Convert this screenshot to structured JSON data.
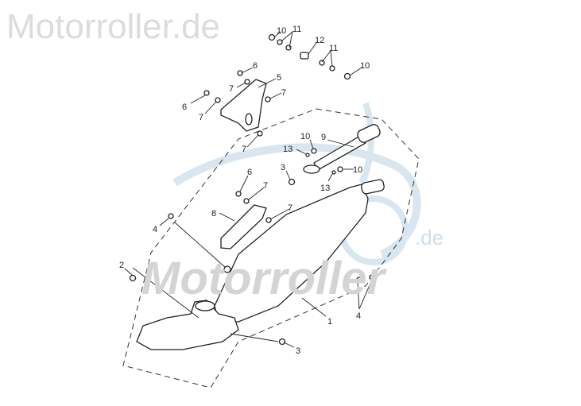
{
  "watermarks": {
    "top_text": "Motorroller.de",
    "center_text": "Motorroller",
    "center_suffix": ".de"
  },
  "callouts": [
    {
      "text": "10"
    },
    {
      "text": "11"
    },
    {
      "text": "12"
    },
    {
      "text": "11"
    },
    {
      "text": "10"
    },
    {
      "text": "6"
    },
    {
      "text": "5"
    },
    {
      "text": "7"
    },
    {
      "text": "7"
    },
    {
      "text": "6"
    },
    {
      "text": "7"
    },
    {
      "text": "7"
    },
    {
      "text": "10"
    },
    {
      "text": "9"
    },
    {
      "text": "13"
    },
    {
      "text": "3"
    },
    {
      "text": "10"
    },
    {
      "text": "13"
    },
    {
      "text": "6"
    },
    {
      "text": "7"
    },
    {
      "text": "8"
    },
    {
      "text": "7"
    },
    {
      "text": "4"
    },
    {
      "text": "2"
    },
    {
      "text": "4"
    },
    {
      "text": "1"
    },
    {
      "text": "3"
    }
  ]
}
